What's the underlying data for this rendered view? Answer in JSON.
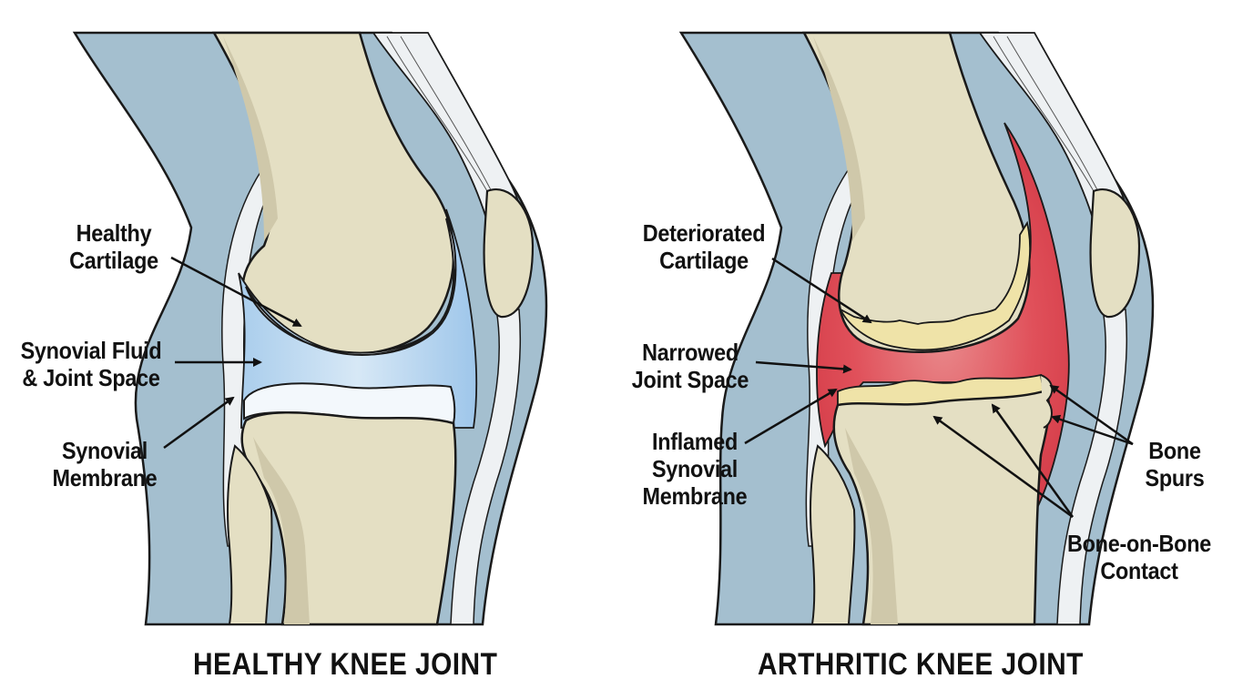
{
  "figure": {
    "type": "anatomical-comparison",
    "colors": {
      "soft_tissue": "#a4bfcf",
      "bone": "#e4dfc3",
      "bone_shadow": "#cfc8aa",
      "ligament": "#eef1f3",
      "cartilage_healthy": "#eef5fb",
      "synovial_fluid": "#b9d6ee",
      "inflammation": "#e0505a",
      "cartilage_degraded": "#efe3a8",
      "outline": "#1a1a1a"
    }
  },
  "healthy": {
    "title": "HEALTHY KNEE JOINT",
    "labels": {
      "cartilage": "Healthy\nCartilage",
      "fluid": "Synovial Fluid\n& Joint Space",
      "membrane": "Synovial\nMembrane"
    }
  },
  "arthritic": {
    "title": "ARTHRITIC KNEE JOINT",
    "labels": {
      "cartilage": "Deteriorated\nCartilage",
      "space": "Narrowed\nJoint Space",
      "membrane": "Inflamed\nSynovial\nMembrane",
      "spurs": "Bone\nSpurs",
      "contact": "Bone-on-Bone\nContact"
    }
  }
}
